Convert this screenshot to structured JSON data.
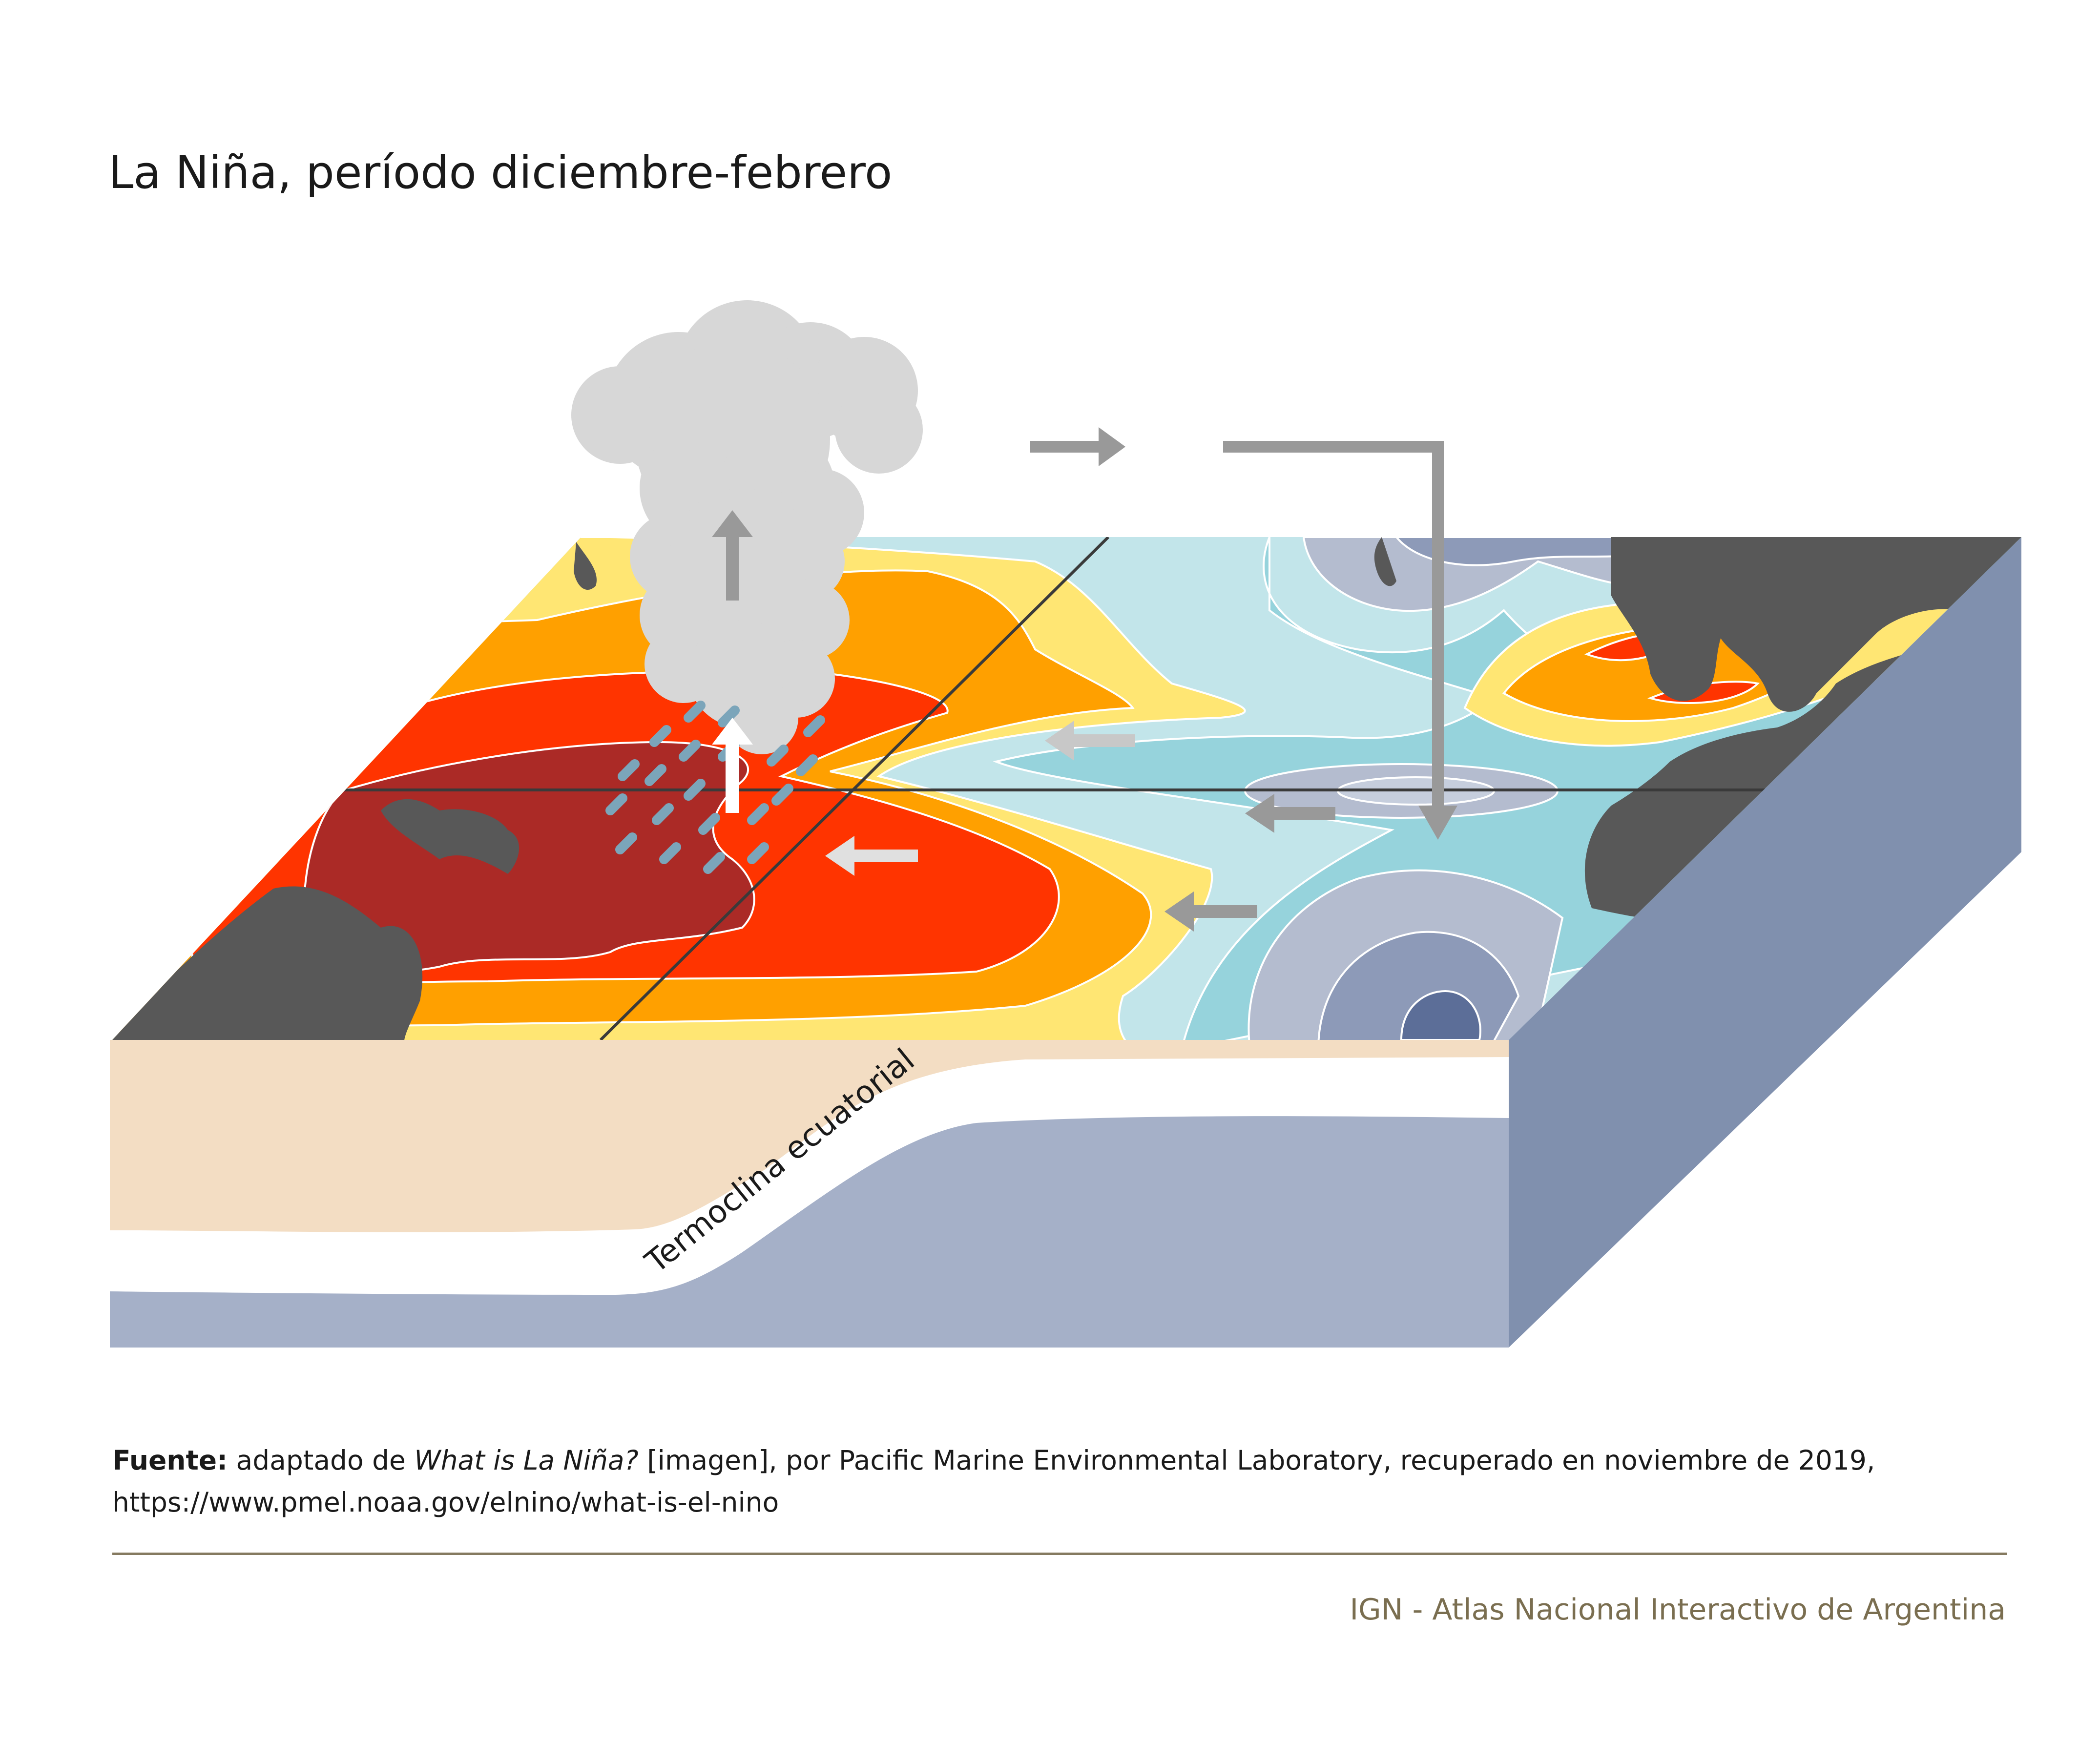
{
  "title": "La Niña, período diciembre-febrero",
  "thermocline_label": "Termoclina ecuatorial",
  "source": {
    "label": "Fuente:",
    "prefix": " adaptado de ",
    "work_title": "What is La Niña?",
    "suffix": " [imagen], por Pacific Marine Environmental Laboratory, recuperado en noviembre de 2019,",
    "url": "https://www.pmel.noaa.gov/elnino/what-is-el-nino"
  },
  "credit": "IGN - Atlas Nacional Interactivo de Argentina",
  "colors": {
    "very_warm": "#ab2a26",
    "warm_red": "#ff3400",
    "orange": "#ffa000",
    "yellow": "#ffe673",
    "light_cyan": "#c2e5ea",
    "cyan": "#96d3dc",
    "grey_blue": "#b4bccf",
    "mid_blue": "#8d9ab8",
    "dark_blue": "#5c6e98",
    "land": "#585858",
    "cloud": "#d7d7d7",
    "arrow": "#999999",
    "warm_layer": "#f3ddc3",
    "deep_layer": "#a5b0c8",
    "side_face": "#8090ae",
    "rain": "#7ba5ba",
    "rule": "#857a60",
    "credit_text": "#7a6e50"
  }
}
